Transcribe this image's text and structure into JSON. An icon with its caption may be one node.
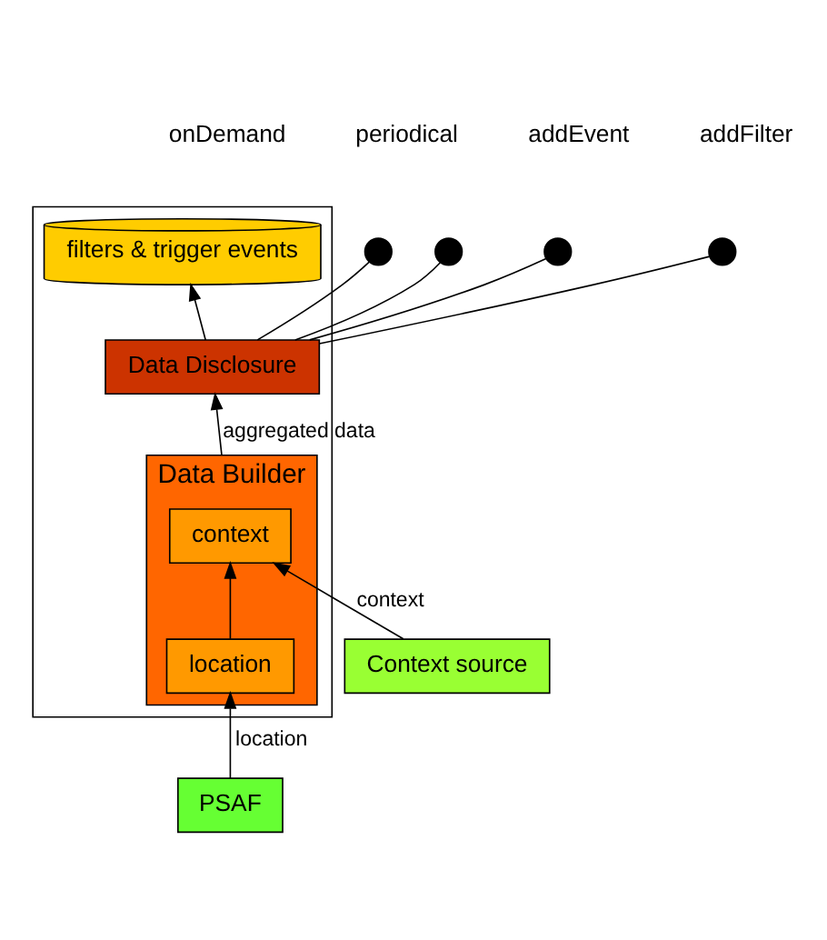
{
  "diagram": {
    "nodes": [
      {
        "text": [],
        "shape": "box"
      },
      {
        "text": [
          "Data Disclosure"
        ],
        "in": 0
      },
      {
        "text": [
          "filters & trigger events"
        ],
        "in": 0
      },
      {
        "text": [
          "Data Builder"
        ],
        "in": 0
      },
      {
        "text": [
          "context"
        ],
        "in": 3
      },
      {
        "text": [
          "location"
        ],
        "in": 3
      },
      {
        "text": [
          "Context source"
        ]
      },
      {
        "text": [
          "PSAF"
        ]
      },
      {
        "text": [],
        "shape": "circle"
      },
      {
        "text": [],
        "shape": "circle"
      },
      {
        "text": [],
        "shape": "circle"
      },
      {
        "text": [],
        "shape": "circle",
        "beside": [
          "addFilter"
        ]
      }
    ],
    "edges": [
      {
        "from": 1,
        "to": 8,
        "arrow": "none"
      },
      {
        "from": 1,
        "to": 9,
        "arrow": "none"
      },
      {
        "from": 1,
        "to": 10,
        "arrow": "none"
      },
      {
        "from": 1,
        "to": 11,
        "arrow": "none"
      },
      {
        "from": 1,
        "to": 2,
        "arrow": "to"
      },
      {
        "from": 3,
        "to": 1,
        "arrow": "to",
        "label": "aggregated data"
      },
      {
        "from": 5,
        "to": 4,
        "arrow": "to"
      },
      {
        "from": 6,
        "to": 4,
        "arrow": "to",
        "label": "context"
      },
      {
        "from": 7,
        "to": 5,
        "arrow": "to",
        "label": "location"
      }
    ],
    "labels": [
      "onDemand",
      "periodical",
      "addEvent"
    ]
  }
}
